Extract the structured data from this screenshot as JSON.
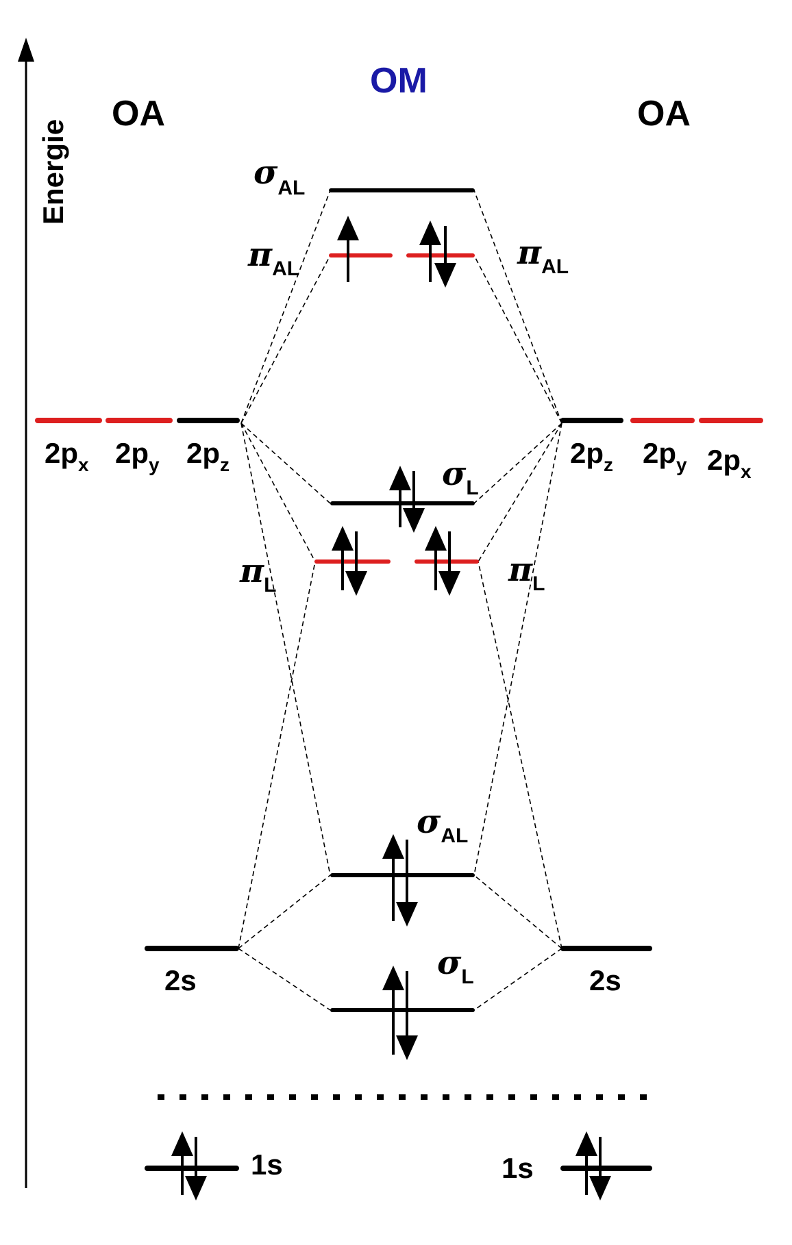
{
  "axis": {
    "label": "Energie"
  },
  "headers": {
    "left": "OA",
    "center": "OM",
    "right": "OA"
  },
  "colors": {
    "om_header": "#1a1aa6",
    "pi_level": "#dd1f1f",
    "sigma_level": "#000000",
    "lines": "#000000"
  },
  "atomic_orbitals": {
    "left_2p": [
      "2p",
      "x",
      "2p",
      "y",
      "2p",
      "z"
    ],
    "right_2p": [
      "2p",
      "z",
      "2p",
      "y",
      "2p",
      "x"
    ],
    "s2": "2s",
    "s1": "1s"
  },
  "molecular_orbitals": [
    {
      "id": "sigma_AL_2p",
      "greek": "σ",
      "sub": "AL",
      "electrons": 0
    },
    {
      "id": "pi_AL_2p",
      "greek": "π",
      "sub": "AL",
      "electrons": 3
    },
    {
      "id": "sigma_L_2p",
      "greek": "σ",
      "sub": "L",
      "electrons": 2
    },
    {
      "id": "pi_L_2p",
      "greek": "π",
      "sub": "L",
      "electrons": 4
    },
    {
      "id": "sigma_AL_2s",
      "greek": "σ",
      "sub": "AL",
      "electrons": 2
    },
    {
      "id": "sigma_L_2s",
      "greek": "σ",
      "sub": "L",
      "electrons": 2
    }
  ],
  "core": {
    "left_1s_electrons": 2,
    "right_1s_electrons": 2
  }
}
